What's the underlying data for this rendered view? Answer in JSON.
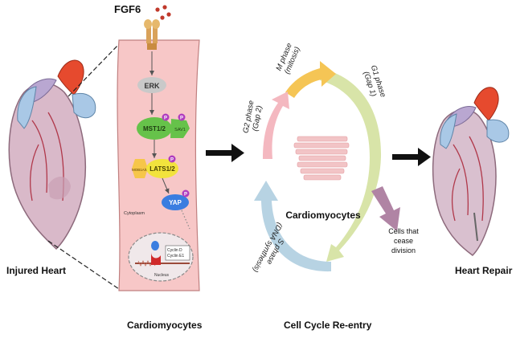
{
  "ligand": "FGF6",
  "panels": {
    "left": {
      "caption": "Injured Heart"
    },
    "middle": {
      "caption": "Cardiomyocytes"
    },
    "cycle": {
      "caption": "Cell Cycle Re-entry",
      "center": "Cardiomyocytes"
    },
    "right": {
      "caption": "Heart Repair"
    }
  },
  "pathway": {
    "erk": "ERK",
    "mst": "MST1/2",
    "sav": "SAV1",
    "mob": "MOB1A/B",
    "lats": "LATS1/2",
    "yap": "YAP",
    "p": "P",
    "cytoplasm": "Cytoplasm",
    "cyclin_d": "Cyclin D",
    "cyclin_e": "Cyclin E1",
    "nucleus": "Nucleus"
  },
  "phases": {
    "m": [
      "M phase",
      "(mitosis)"
    ],
    "g1": [
      "G1 phase",
      "(Gap 1)"
    ],
    "g2": [
      "G2 phase",
      "(Gap 2)"
    ],
    "s": [
      "S phase",
      "(DNA synthesis)"
    ]
  },
  "exit": [
    "Cells that",
    "cease",
    "division"
  ],
  "colors": {
    "cell_fill": "#f7c7c7",
    "m_arrow": "#f5c555",
    "g1_arrow": "#d8e4a8",
    "g2_arrow": "#f4b8c0",
    "s_arrow": "#b7d3e3",
    "exit_arrow": "#b084a4",
    "erk": "#c9c9c9",
    "mst": "#66c24a",
    "lats": "#f2e33d",
    "yap": "#3a7de0",
    "phospho": "#b03cbf"
  }
}
